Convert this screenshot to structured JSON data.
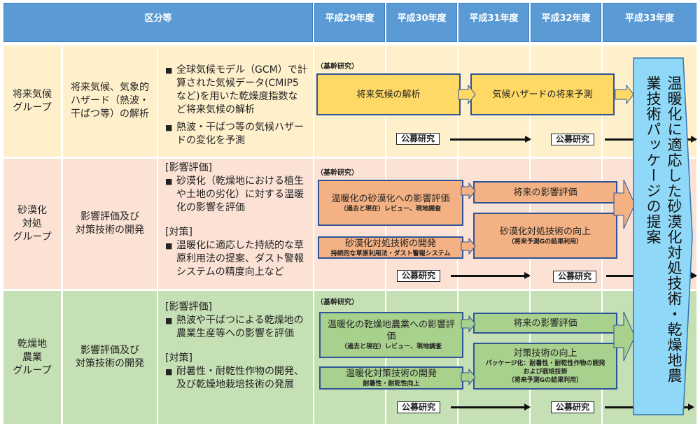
{
  "header": {
    "category_label": "区分等",
    "years": [
      "平成29年度",
      "平成30年度",
      "平成31年度",
      "平成32年度",
      "平成33年度"
    ]
  },
  "colors": {
    "header": "#5b9bd5",
    "row_future_climate": "#fff0cc",
    "row_desertification": "#fbe2d5",
    "row_dryland_agri": "#c5e0b4",
    "box_yellow": "#ffd966",
    "box_orange": "#f4b183",
    "box_green": "#a9d18e",
    "final_arrow": "#8fd8f8",
    "box_border": "#2e5597"
  },
  "groups": [
    {
      "name": "将来気候\nグループ",
      "subject": "将来気候、気象的\nハザード（熱波・\n干ばつ等）の解析",
      "desc": {
        "bullets_1": [
          "全球気候モデル（GCM）で計算された気候データ(CMIP5など)を用いた乾燥度指数など将来気候の解析",
          "熱波・干ばつ等の気候ハザードの変化を予測"
        ]
      },
      "core_label": "（基幹研究）",
      "boxes": [
        {
          "main": "将来気候の解析"
        },
        {
          "main": "気候ハザードの将来予測"
        }
      ],
      "public_research": [
        "公募研究",
        "公募研究"
      ]
    },
    {
      "name": "砂漠化\n対処\nグループ",
      "subject": "影響評価及び\n対策技術の開発",
      "desc": {
        "heading_1": "[影響評価]",
        "bullets_1": [
          "砂漠化（乾燥地における植生や土地の劣化）に対する温暖化の影響を評価"
        ],
        "heading_2": "[対策]",
        "bullets_2": [
          "温暖化に適応した持続的な草原利用法の提案、ダスト警報システムの精度向上など"
        ]
      },
      "core_label": "（基幹研究）",
      "boxes": [
        {
          "main": "温暖化の砂漠化への影響評価",
          "sub": "（過去と現在）レビュー、現地調査"
        },
        {
          "main": "砂漠化対処技術の開発",
          "sub": "持続的な草原利用法・ダスト警報システム"
        },
        {
          "main": "将来の影響評価"
        },
        {
          "main": "砂漠化対処技術の向上",
          "sub": "（将来予測Gの結果利用）"
        }
      ],
      "public_research": [
        "公募研究",
        "公募研究"
      ]
    },
    {
      "name": "乾燥地\n農業\nグループ",
      "subject": "影響評価及び\n対策技術の開発",
      "desc": {
        "heading_1": "[影響評価]",
        "bullets_1": [
          "熱波や干ばつによる乾燥地の農業生産等への影響を評価"
        ],
        "heading_2": "[対策]",
        "bullets_2": [
          "耐暑性・耐乾性作物の開発、及び乾燥地栽培技術の発展"
        ]
      },
      "core_label": "（基幹研究）",
      "boxes": [
        {
          "main": "温暖化の乾燥地農業への影響評価",
          "sub": "（過去と現在）レビュー、現地調査"
        },
        {
          "main": "温暖化対策技術の開発",
          "sub": "耐暑性・耐乾性向上"
        },
        {
          "main": "将来の影響評価"
        },
        {
          "main": "対策技術の向上",
          "sub": "パッケージ化：耐暑性・耐乾性作物の開発\nおよび栽培技術\n（将来予測Gの結果利用）"
        }
      ],
      "public_research": [
        "公募研究",
        "公募研究"
      ]
    }
  ],
  "final_goal": "温暖化に適応した砂漠化対処技術・乾燥地農業技術パッケージの提案"
}
